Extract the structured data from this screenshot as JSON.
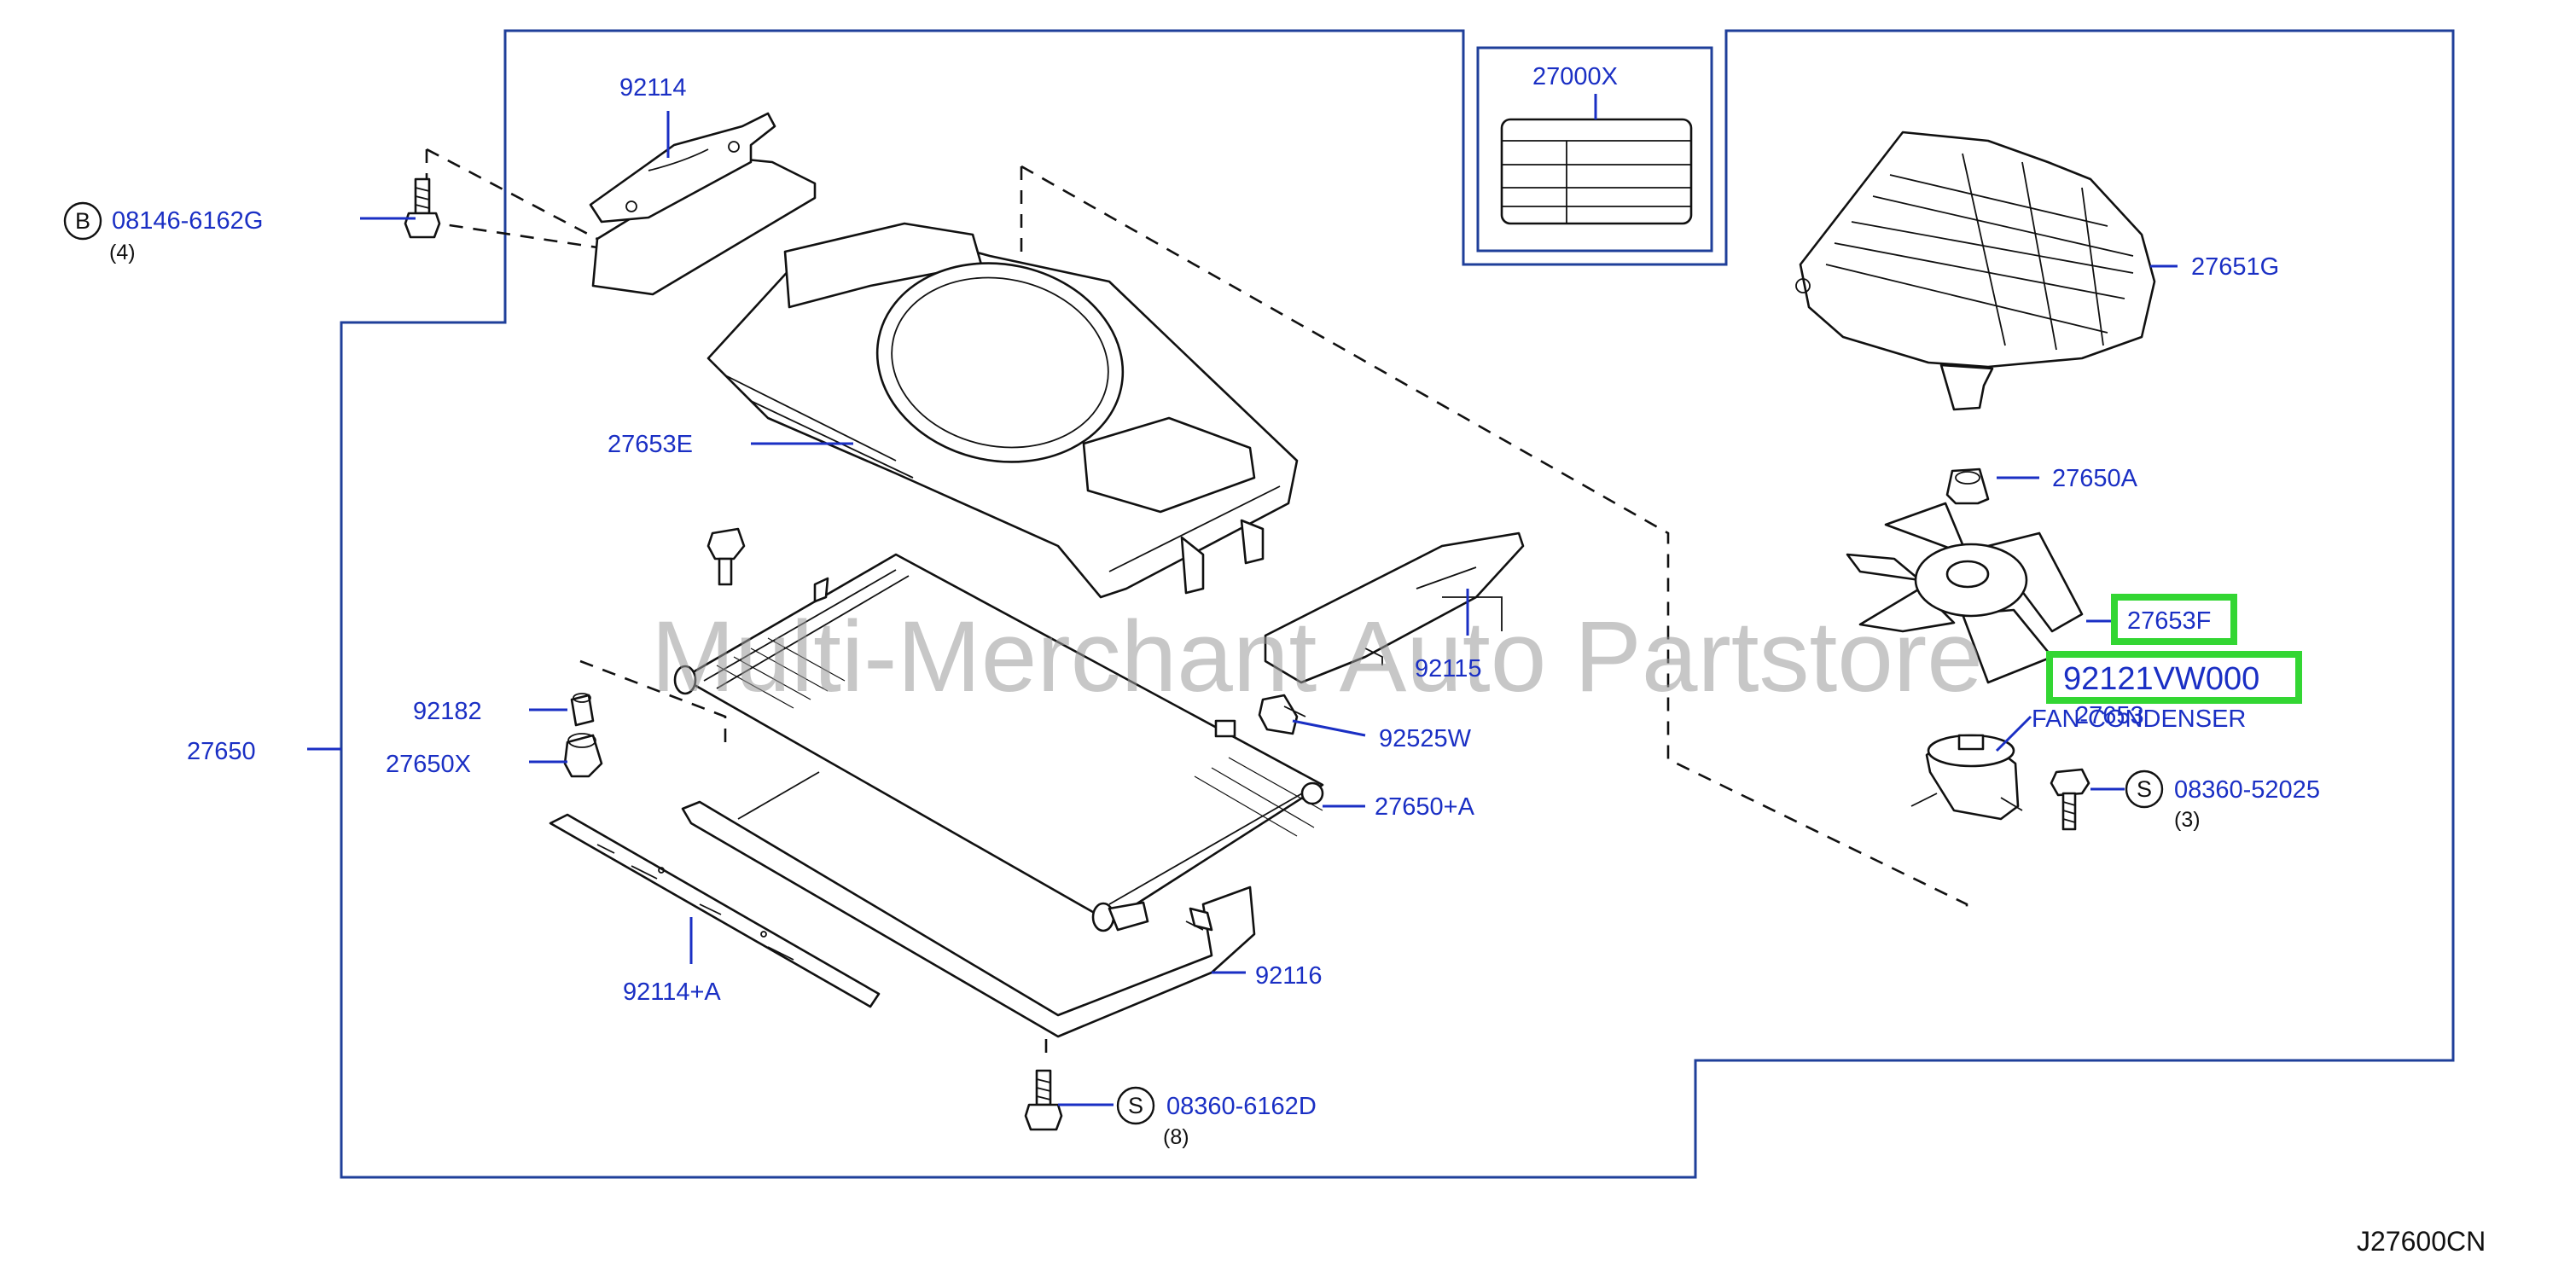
{
  "parts": {
    "p92114": "92114",
    "p08146": "08146-6162G",
    "p08146_qty": "(4)",
    "p08146_sym": "B",
    "p27653E": "27653E",
    "p27000X": "27000X",
    "p27651G": "27651G",
    "p27650A": "27650A",
    "p27653F": "27653F",
    "p92121": "92121VW000",
    "p27653": "27653",
    "fan_condenser": "FAN-CONDENSER",
    "p08360_52025": "08360-52025",
    "p08360_52025_qty": "(3)",
    "p08360_52025_sym": "S",
    "p92115": "92115",
    "p92525W": "92525W",
    "p92182": "92182",
    "p27650X": "27650X",
    "p27650": "27650",
    "p27650A2": "27650+A",
    "p92116": "92116",
    "p92114A": "92114+A",
    "p08360_6162D": "08360-6162D",
    "p08360_6162D_qty": "(8)",
    "p08360_6162D_sym": "S"
  },
  "watermark": "Multi-Merchant Auto Partstore",
  "diagram_code": "J27600CN",
  "colors": {
    "label": "#1a2fc4",
    "frame": "#1f3f9a",
    "highlight": "#33d633",
    "line": "#111111"
  }
}
